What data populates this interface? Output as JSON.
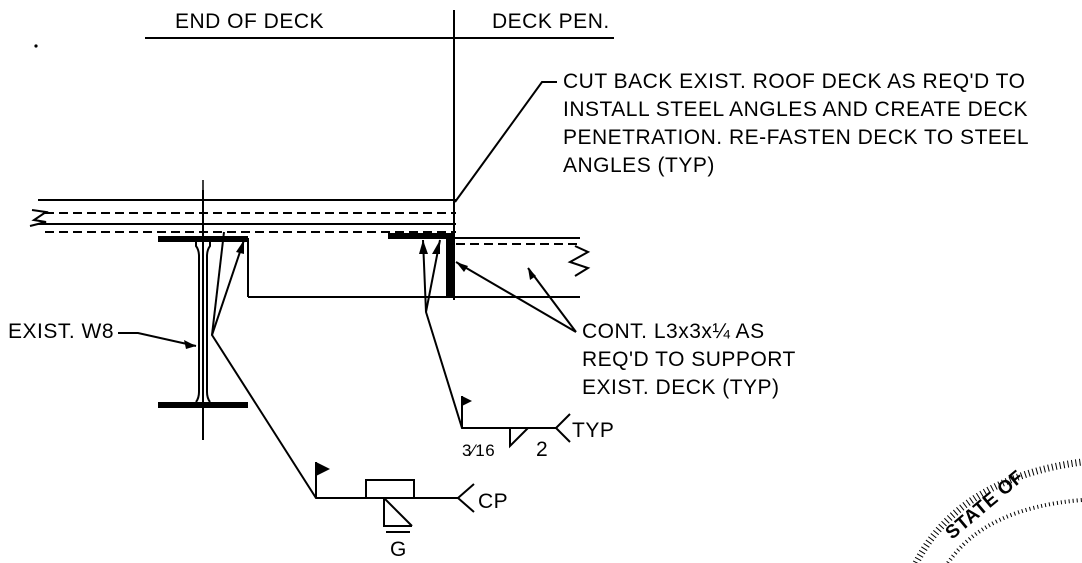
{
  "labels": {
    "end_of_deck": "END OF DECK",
    "deck_pen": "DECK PEN.",
    "cut_back_note": [
      "CUT BACK EXIST. ROOF DECK AS REQ'D TO",
      "INSTALL STEEL ANGLES AND CREATE DECK",
      "PENETRATION. RE-FASTEN DECK TO STEEL",
      "ANGLES (TYP)"
    ],
    "exist_w8": "EXIST. W8",
    "angle_note": [
      "CONT. L3x3x¼ AS",
      "REQ'D TO SUPPORT",
      "EXIST. DECK (TYP)"
    ],
    "weld_size": "3⁄16",
    "weld_length": "2",
    "weld_typ": "TYP",
    "groove_tail": "CP",
    "groove_symbol": "G",
    "seal_text": "STATE OF"
  }
}
